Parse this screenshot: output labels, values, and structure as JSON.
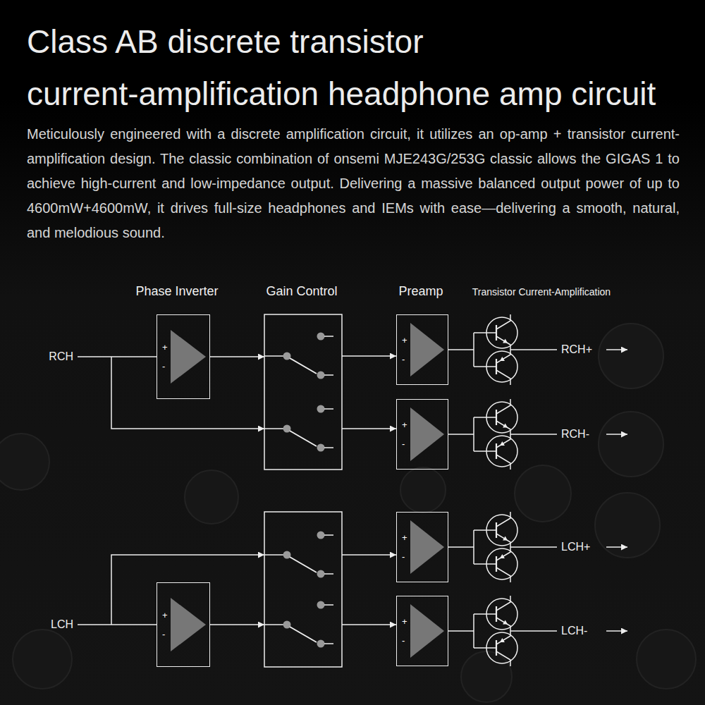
{
  "diagram": {
    "title": "Class AB discrete transistor current-amplification headphone amp circuit",
    "nodes": [
      {
        "text": [
          "+",
          "-"
        ]
      },
      {
        "text": [
          "+",
          "-"
        ]
      },
      {
        "text": [
          "+",
          "-"
        ]
      },
      {
        "text": [
          "+",
          "-"
        ]
      },
      {
        "text": [
          "+",
          "-"
        ]
      },
      {
        "text": [
          "+",
          "-"
        ]
      }
    ],
    "labels": [
      "Meticulously engineered with a discrete amplification circuit, it utilizes an op-amp + transistor current-amplification design. The classic combination of onsemi MJE243G/253G classic allows the GIGAS 1 to achieve high-current and low-impedance output. Delivering a massive balanced output power of up to 4600mW+4600mW, it drives full-size headphones and IEMs with ease—delivering a smooth, natural, and melodious sound.",
      "Phase Inverter",
      "Gain Control",
      "Preamp",
      "Transistor Current-Amplification",
      "RCH",
      "RCH+",
      "RCH-",
      "LCH+",
      "LCH",
      "LCH-"
    ]
  }
}
